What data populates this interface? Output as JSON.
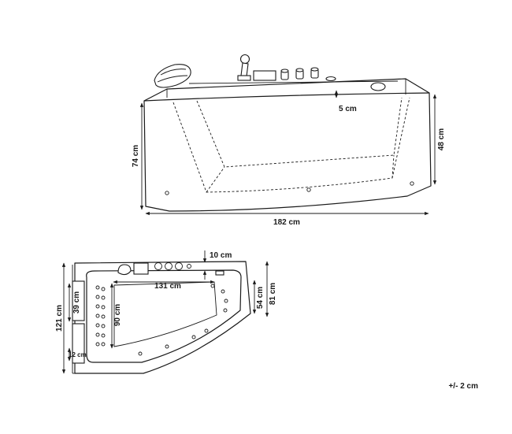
{
  "side_view": {
    "overall_length": "182 cm",
    "overall_height": "74 cm",
    "tub_depth": "48 cm",
    "rim_width": "5 cm"
  },
  "top_view": {
    "overall_width": "121 cm",
    "left_segment": "39 cm",
    "bottom_segment": "12 cm",
    "deck_edge": "10 cm",
    "basin_length": "131 cm",
    "basin_width": "90 cm",
    "basin_right": "54 cm",
    "right_height": "81 cm"
  },
  "tolerance": "+/- 2 cm"
}
